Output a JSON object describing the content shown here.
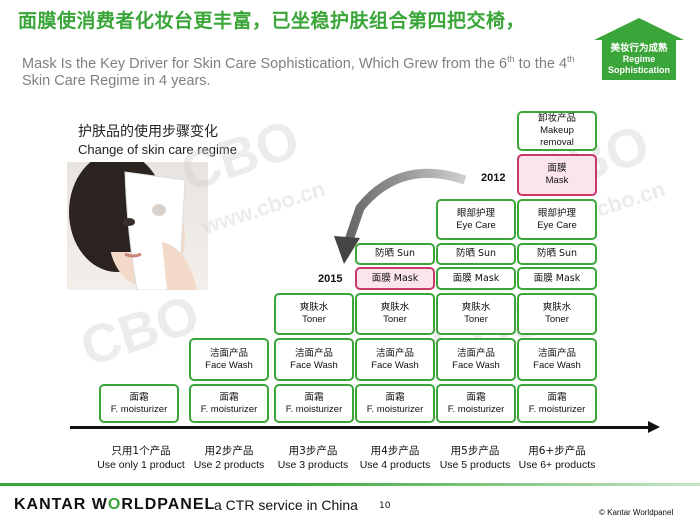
{
  "header": {
    "title_cn": "面膜使消费者化妆台更丰富，已坐稳护肤组合第四把交椅，",
    "title_en_part1": "Mask Is the Key Driver for Skin Care Sophistication,  Which Grew from the 6",
    "title_en_sup1": "th",
    "title_en_part2": " to the 4",
    "title_en_sup2": "th",
    "title_en_part3": " Skin Care Regime in 4 years."
  },
  "badge": {
    "line1": "美妆行为成熟",
    "line2": "Regime",
    "line3": "Sophistication",
    "color": "#3aa63a"
  },
  "subtitle": {
    "cn": "护肤品的使用步骤变化",
    "en": "Change of skin care regime"
  },
  "years": {
    "y2015": "2015",
    "y2012": "2012"
  },
  "columns": [
    {
      "label_cn": "只用1个产品",
      "label_en": "Use only 1 product",
      "items": [
        {
          "cn": "面霜",
          "en": "F. moisturizer"
        }
      ]
    },
    {
      "label_cn": "用2步产品",
      "label_en": "Use 2 products",
      "items": [
        {
          "cn": "面霜",
          "en": "F. moisturizer"
        },
        {
          "cn": "洁面产品",
          "en": "Face Wash"
        }
      ]
    },
    {
      "label_cn": "用3步产品",
      "label_en": "Use 3 products",
      "items": [
        {
          "cn": "面霜",
          "en": "F. moisturizer"
        },
        {
          "cn": "洁面产品",
          "en": "Face Wash"
        },
        {
          "cn": "爽肤水",
          "en": "Toner"
        }
      ]
    },
    {
      "label_cn": "用4步产品",
      "label_en": "Use 4 products",
      "items": [
        {
          "cn": "面霜",
          "en": "F. moisturizer"
        },
        {
          "cn": "洁面产品",
          "en": "Face Wash"
        },
        {
          "cn": "爽肤水",
          "en": "Toner"
        },
        {
          "inline": "面膜 Mask"
        },
        {
          "inline": "防晒 Sun"
        }
      ]
    },
    {
      "label_cn": "用5步产品",
      "label_en": "Use 5 products",
      "items": [
        {
          "cn": "面霜",
          "en": "F. moisturizer"
        },
        {
          "cn": "洁面产品",
          "en": "Face Wash"
        },
        {
          "cn": "爽肤水",
          "en": "Toner"
        },
        {
          "inline": "面膜 Mask"
        },
        {
          "inline": "防晒 Sun"
        },
        {
          "cn": "眼部护理",
          "en": "Eye Care"
        }
      ]
    },
    {
      "label_cn": "用6+步产品",
      "label_en": "Use 6+ products",
      "items": [
        {
          "cn": "面霜",
          "en": "F. moisturizer"
        },
        {
          "cn": "洁面产品",
          "en": "Face Wash"
        },
        {
          "cn": "爽肤水",
          "en": "Toner"
        },
        {
          "inline": "面膜 Mask"
        },
        {
          "inline": "防晒 Sun"
        },
        {
          "cn": "眼部护理",
          "en": "Eye Care"
        },
        {
          "cn": "面膜",
          "en": "Mask"
        },
        {
          "cn": "卸妆产品",
          "en": "Makeup",
          "en2": "removal"
        }
      ]
    }
  ],
  "footer": {
    "logo_part1": "KANTAR W",
    "logo_o": "O",
    "logo_part2": "RLDPANEL",
    "ctr": "a CTR service in China",
    "page": "10",
    "copyright": "© Kantar Worldpanel"
  },
  "watermark": {
    "big": "CBO",
    "small": "www.cbo.cn"
  },
  "colors": {
    "accent": "#3aa63a",
    "highlight": "#c8396a",
    "highlight_bg": "#fbe4ec"
  }
}
